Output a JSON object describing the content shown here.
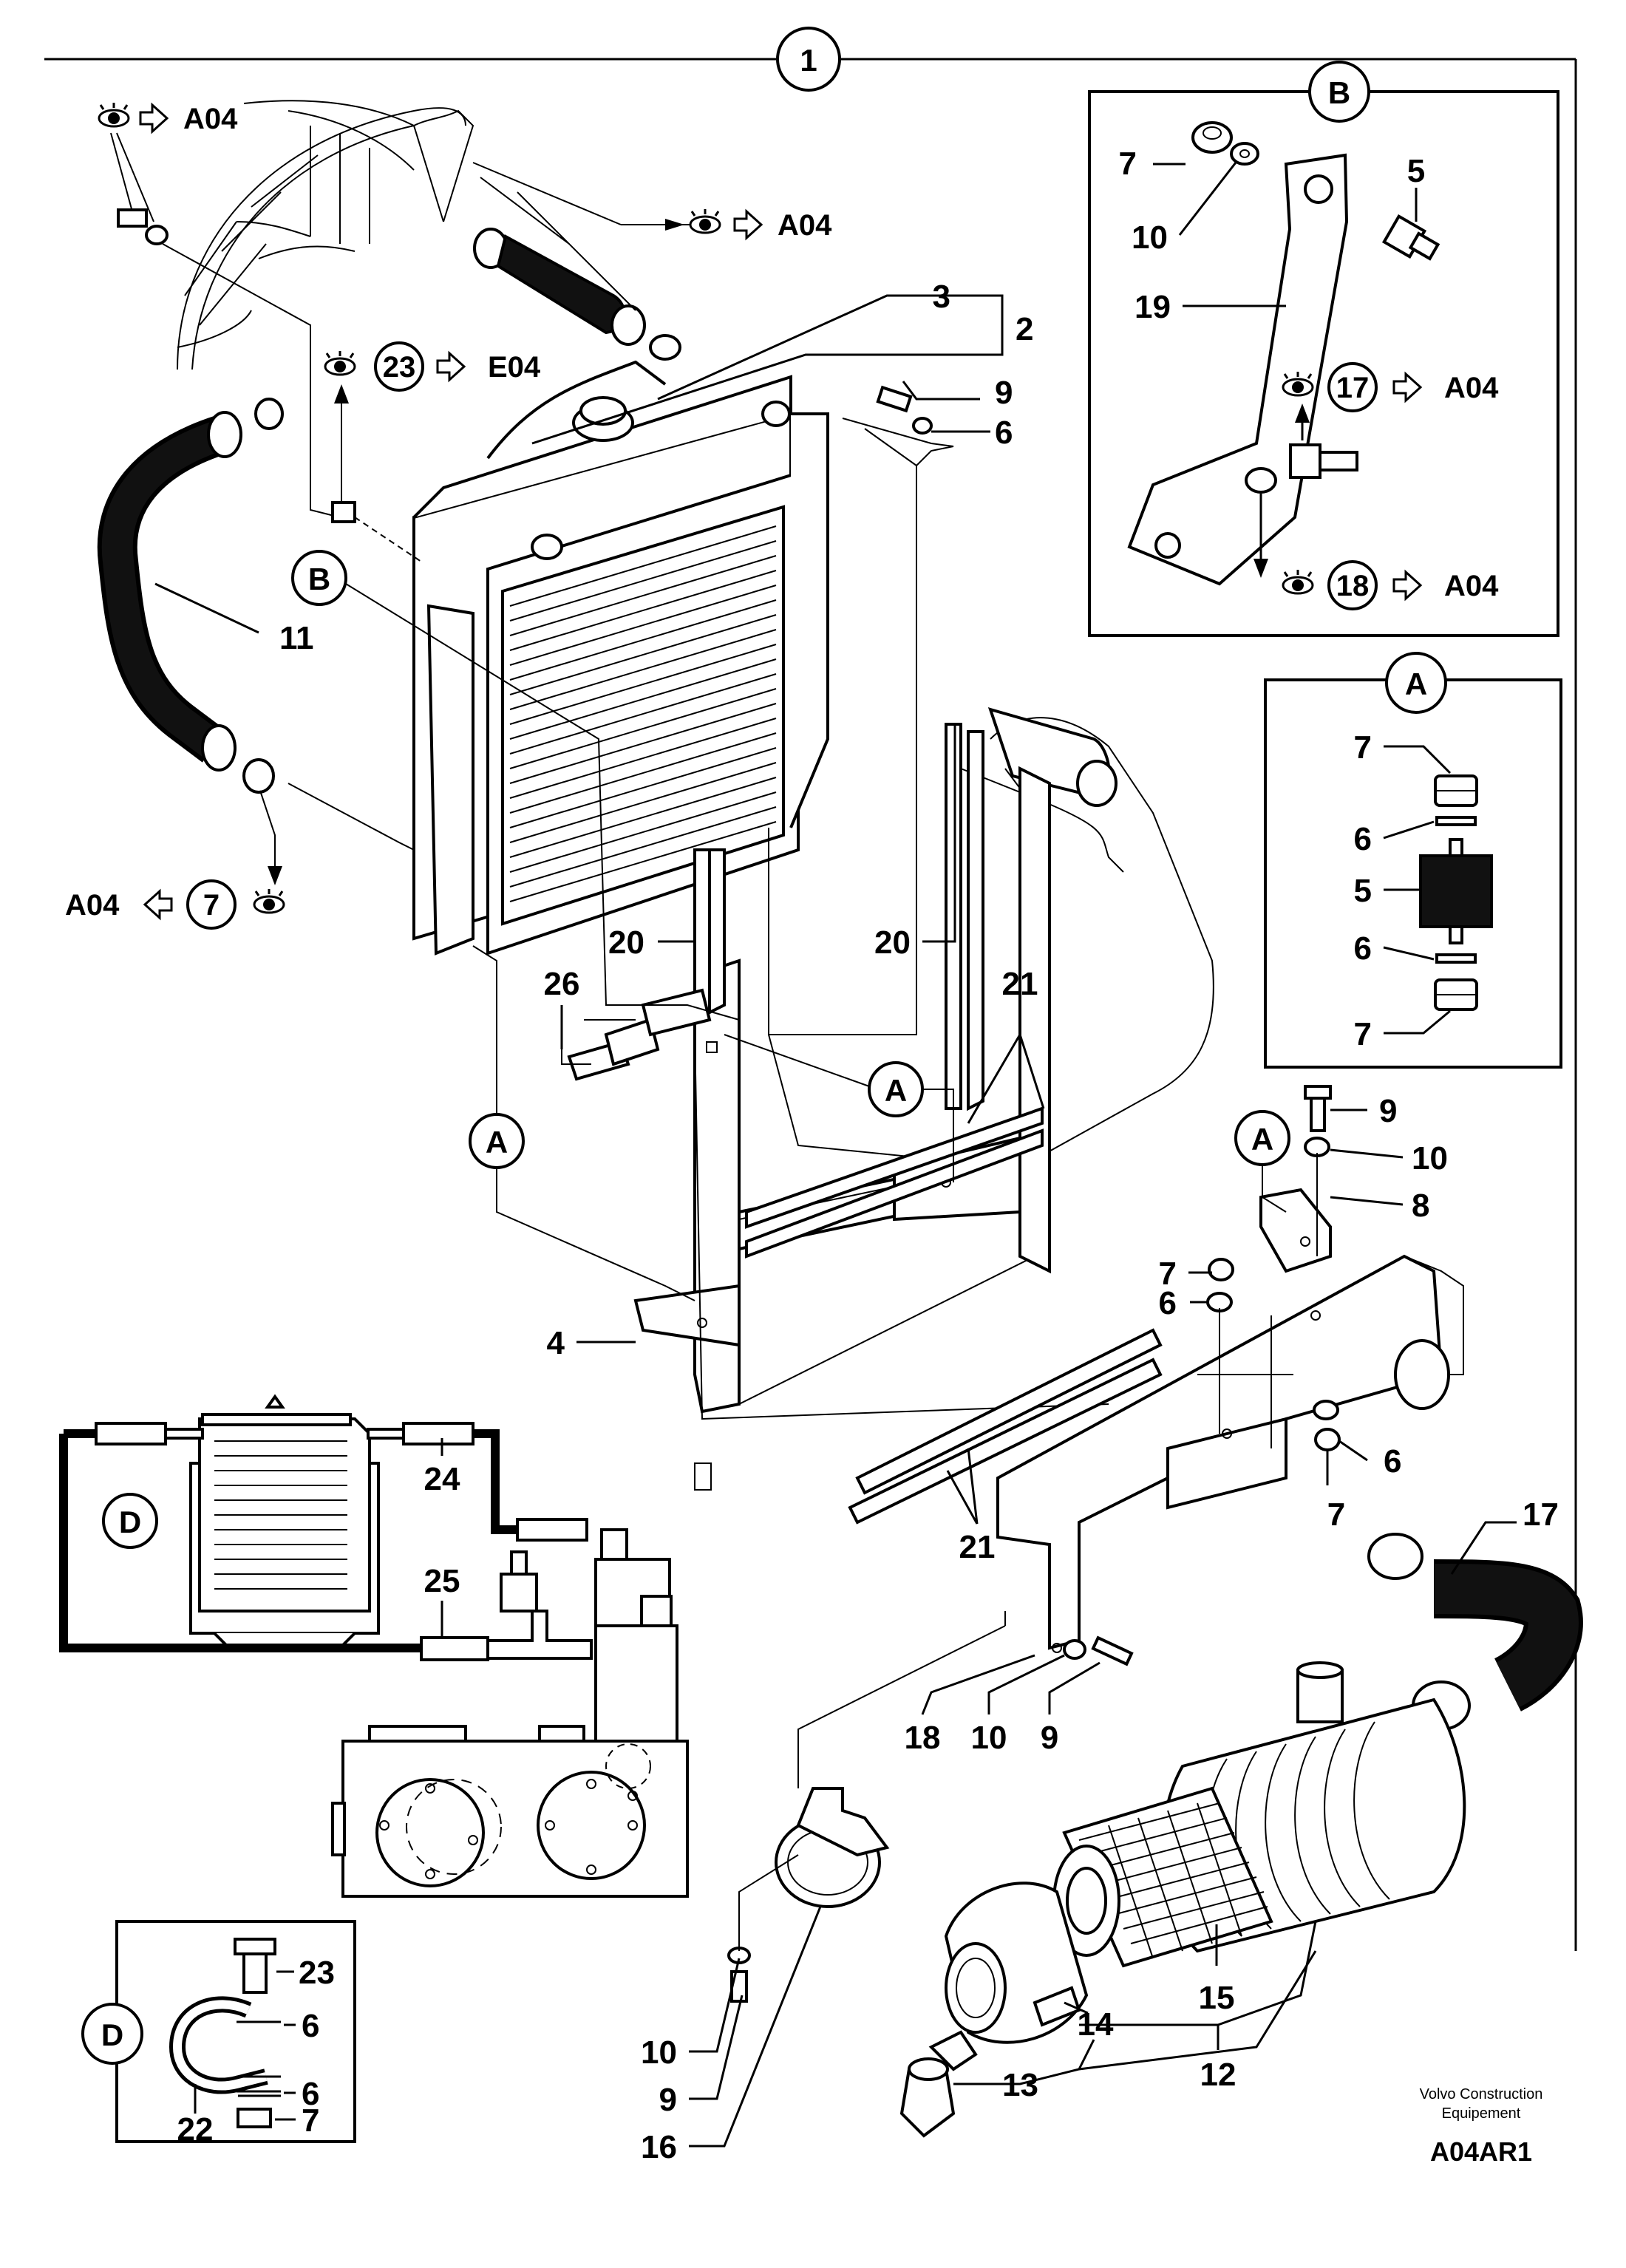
{
  "diagram": {
    "top_badge": "1",
    "footer": {
      "company_line1": "Volvo Construction",
      "company_line2": "Equipement",
      "drawing_code": "A04AR1"
    },
    "detail_badges": [
      "A",
      "B",
      "D"
    ],
    "references": {
      "ref_top_left": "A04",
      "ref_top_mid": "A04",
      "ref_23": "E04",
      "ref_7_left": "A04",
      "ref_17": "A04",
      "ref_18": "A04"
    },
    "ref_circles": {
      "c23": "23",
      "c7": "7",
      "c17": "17",
      "c18": "18"
    },
    "labels": {
      "l3": "3",
      "l2": "2",
      "l9a": "9",
      "l6a": "6",
      "l11": "11",
      "l20a": "20",
      "l20b": "20",
      "l21a": "21",
      "l26": "26",
      "l4": "4",
      "l9b": "9",
      "l10b": "10",
      "l8": "8",
      "l7c": "7",
      "l6c": "6",
      "l6d": "6",
      "l7d": "7",
      "l17": "17",
      "l21b": "21",
      "l24": "24",
      "l25": "25",
      "l18": "18",
      "l10c": "10",
      "l9c": "9",
      "l15": "15",
      "l14": "14",
      "l12": "12",
      "l13": "13",
      "l10d": "10",
      "l9d": "9",
      "l16": "16"
    },
    "detail_b_labels": {
      "l7": "7",
      "l10": "10",
      "l19": "19",
      "l5": "5"
    },
    "detail_a_labels": {
      "l7a": "7",
      "l6a": "6",
      "l5": "5",
      "l6b": "6",
      "l7b": "7"
    },
    "detail_d_labels": {
      "l23": "23",
      "l6a": "6",
      "l6b": "6",
      "l22": "22",
      "l7": "7"
    },
    "icons": [
      "eye-icon",
      "arrow-right-icon",
      "arrow-left-icon"
    ]
  }
}
